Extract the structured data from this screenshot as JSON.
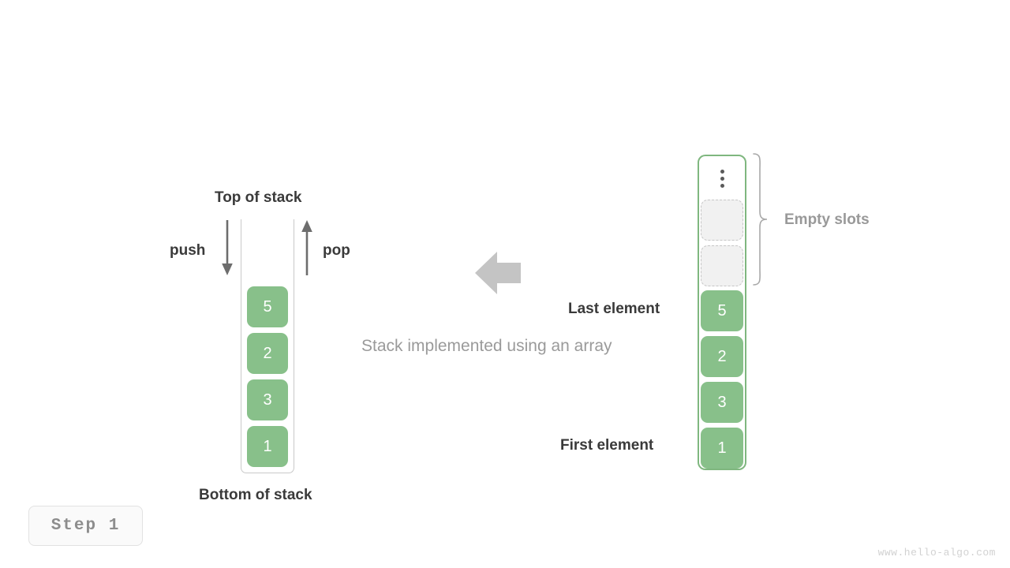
{
  "diagram": {
    "caption": "Stack implemented using an array",
    "step_label": "Step  1",
    "watermark": "www.hello-algo.com",
    "colors": {
      "element_fill": "#88c08a",
      "array_border": "#7fb77f",
      "stack_border": "#c9c9c9",
      "empty_slot_fill": "#f1f1f1",
      "empty_slot_border": "#c6c6c6",
      "label_dark": "#3a3a3a",
      "label_muted": "#999999",
      "caption_color": "#9a9a9a",
      "arrow_gray": "#c4c4c4",
      "op_arrow_gray": "#6d6d6d"
    }
  },
  "left_stack": {
    "top_label": "Top of stack",
    "bottom_label": "Bottom of stack",
    "push_label": "push",
    "pop_label": "pop",
    "elements": [
      "5",
      "2",
      "3",
      "1"
    ]
  },
  "right_array": {
    "empty_slots_label": "Empty slots",
    "last_element_label": "Last element",
    "first_element_label": "First element",
    "ellipsis": "vertical-ellipsis",
    "empty_slot_count": 2,
    "elements": [
      "5",
      "2",
      "3",
      "1"
    ]
  }
}
